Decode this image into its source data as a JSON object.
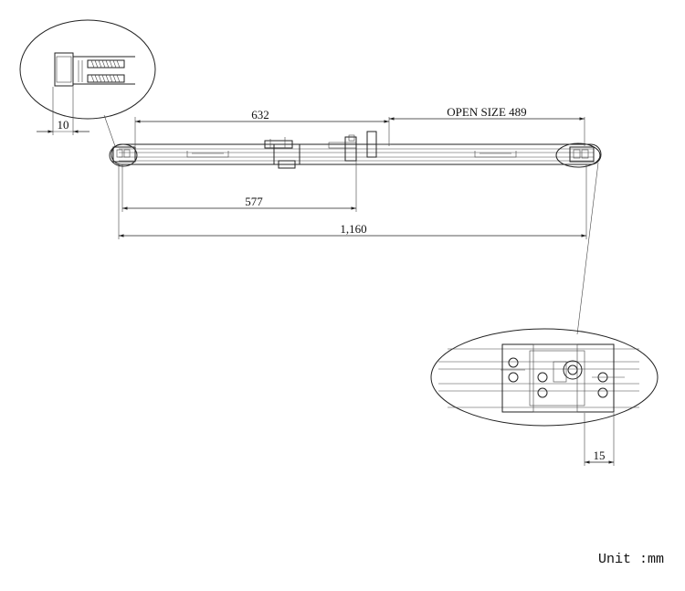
{
  "dimensions": {
    "d632": "632",
    "open_size": "OPEN SIZE 489",
    "d577": "577",
    "d1160": "1,160",
    "d10": "10",
    "d15": "15"
  },
  "unit_label": "Unit :mm"
}
